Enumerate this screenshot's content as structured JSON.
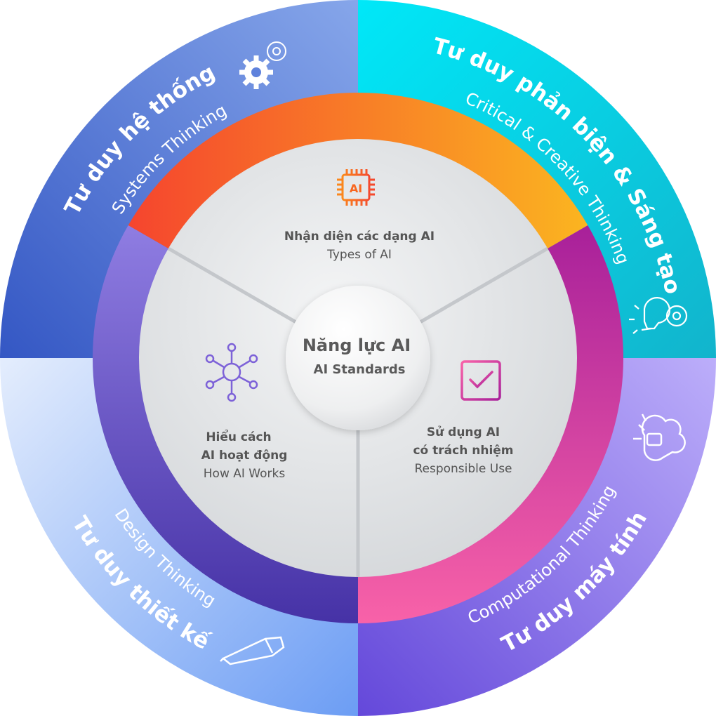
{
  "center": {
    "title": "Năng lực AI",
    "subtitle": "AI Standards"
  },
  "core_segments": [
    {
      "title": "Nhận diện các dạng AI",
      "subtitle": "Types of AI",
      "icon": "ai-chip-icon",
      "color_start": "#f5452e",
      "color_end": "#fbb520"
    },
    {
      "title_line1": "Sử dụng AI",
      "title_line2": "có trách nhiệm",
      "subtitle": "Responsible Use",
      "icon": "checkbox-icon",
      "color_start": "#a8209a",
      "color_end": "#f862a8"
    },
    {
      "title_line1": "Hiểu cách",
      "title_line2": "AI hoạt động",
      "subtitle": "How AI Works",
      "icon": "network-icon",
      "color_start": "#8f7de2",
      "color_end": "#4632a6"
    }
  ],
  "outer_quadrants": [
    {
      "title": "Tư duy hệ thống",
      "subtitle": "Systems Thinking",
      "icon": "gears-icon",
      "color_start": "#3457c4",
      "color_end": "#86a6ea"
    },
    {
      "title": "Tư duy phản biện & Sáng tạo",
      "subtitle": "Critical &  Creative Thinking",
      "icon": "lightbulb-gear-icon",
      "color_start": "#00e8f8",
      "color_end": "#12b4cc"
    },
    {
      "title": "Tư duy máy tính",
      "subtitle": "Computational  Thinking",
      "icon": "robot-icon",
      "color_start": "#bcaefa",
      "color_end": "#6448da"
    },
    {
      "title": "Tư duy thiết kế",
      "subtitle": "Design Thinking",
      "icon": "pencil-icon",
      "color_start": "#e4edfd",
      "color_end": "#6c9df4"
    }
  ]
}
